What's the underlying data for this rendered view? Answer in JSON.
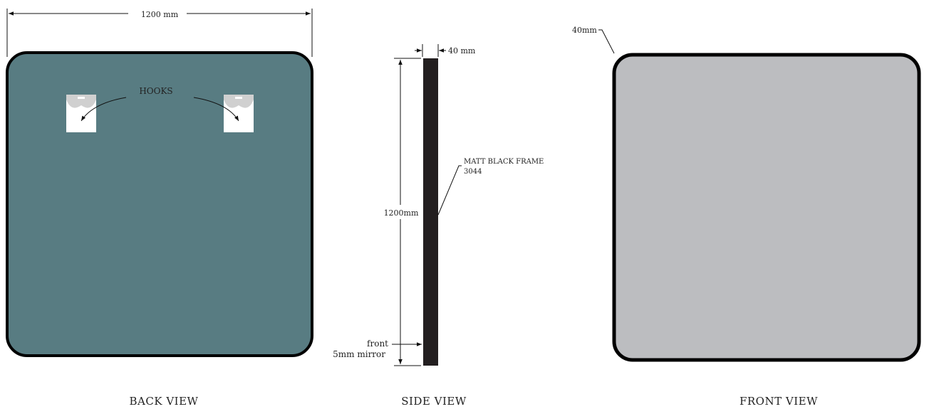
{
  "back_view": {
    "title": "BACK VIEW",
    "width_dim": "1200 mm",
    "hooks_label": "HOOKS",
    "colors": {
      "glass": "#587c82",
      "frame": "#000000"
    }
  },
  "side_view": {
    "title": "SIDE VIEW",
    "depth_dim": "40 mm",
    "height_dim": "1200mm",
    "frame_label": "MATT BLACK FRAME",
    "frame_code": "3044",
    "front_label": "front",
    "mirror_label": "5mm mirror"
  },
  "front_view": {
    "title": "FRONT VIEW",
    "frame_dim": "40mm",
    "colors": {
      "mirror": "#bcbdc0"
    }
  }
}
